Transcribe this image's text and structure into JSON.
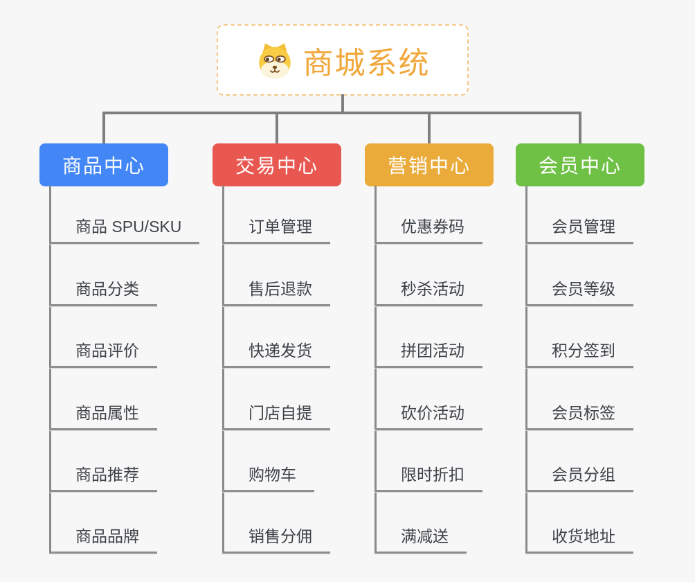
{
  "root": {
    "title": "商城系统",
    "icon": "dog-face-icon",
    "border_color": "#F5C98B",
    "title_color": "#F0A83C"
  },
  "connector_color": "#7F7F7F",
  "leaf_line_color": "#8F8F8F",
  "branches": [
    {
      "title": "商品中心",
      "color": "#4386F6",
      "children": [
        "商品 SPU/SKU",
        "商品分类",
        "商品评价",
        "商品属性",
        "商品推荐",
        "商品品牌"
      ]
    },
    {
      "title": "交易中心",
      "color": "#E85851",
      "children": [
        "订单管理",
        "售后退款",
        "快递发货",
        "门店自提",
        "购物车",
        "销售分佣"
      ]
    },
    {
      "title": "营销中心",
      "color": "#EAAB3A",
      "children": [
        "优惠券码",
        "秒杀活动",
        "拼团活动",
        "砍价活动",
        "限时折扣",
        "满减送"
      ]
    },
    {
      "title": "会员中心",
      "color": "#6FC145",
      "children": [
        "会员管理",
        "会员等级",
        "积分签到",
        "会员标签",
        "会员分组",
        "收货地址"
      ]
    }
  ]
}
